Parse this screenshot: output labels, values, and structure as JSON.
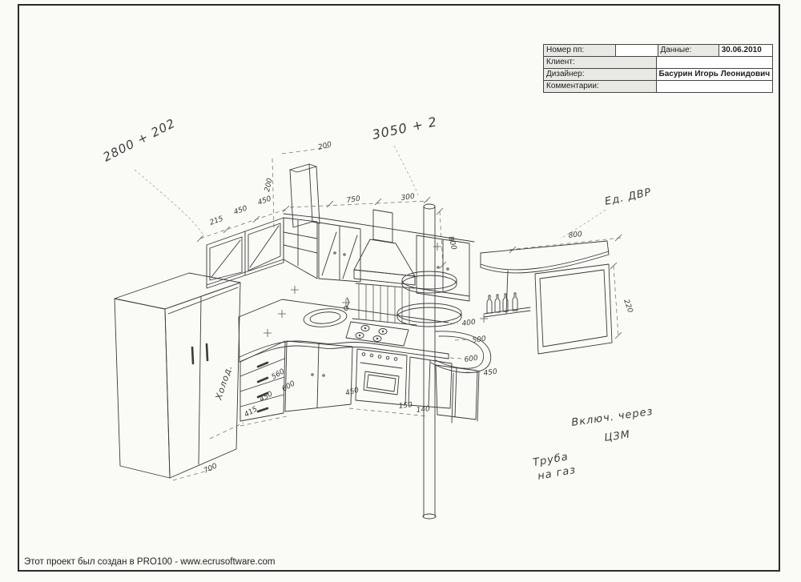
{
  "page": {
    "footer": "Этот проект был создан в PRO100 - www.ecrusoftware.com",
    "colors": {
      "paper": "#fafaf7",
      "ink": "#3a3a3a"
    }
  },
  "title_block": {
    "row1": {
      "label1": "Номер пп:",
      "value1": "",
      "label2": "Данные:",
      "value2": "30.06.2010"
    },
    "row2": {
      "label": "Клиент:",
      "value": ""
    },
    "row3": {
      "label": "Дизайнер:",
      "value": "Басурин Игорь Леонидович"
    },
    "row4": {
      "label": "Комментарии:",
      "value": ""
    }
  },
  "drawing": {
    "notes": {
      "top_left": "2800 + 202",
      "top_center": "3050 + 2",
      "top_right": "Ед. ДВР",
      "fridge": "Холод.",
      "right_line1": "Включ. через",
      "right_line2": "ЦЗМ",
      "bottom_line1": "Труба",
      "bottom_line2": "на газ"
    },
    "dims": [
      "215",
      "450",
      "450",
      "200",
      "200",
      "750",
      "300",
      "800",
      "800",
      "220",
      "400",
      "500",
      "600",
      "450",
      "150",
      "140",
      "415",
      "450",
      "600",
      "700",
      "450",
      "560"
    ]
  }
}
